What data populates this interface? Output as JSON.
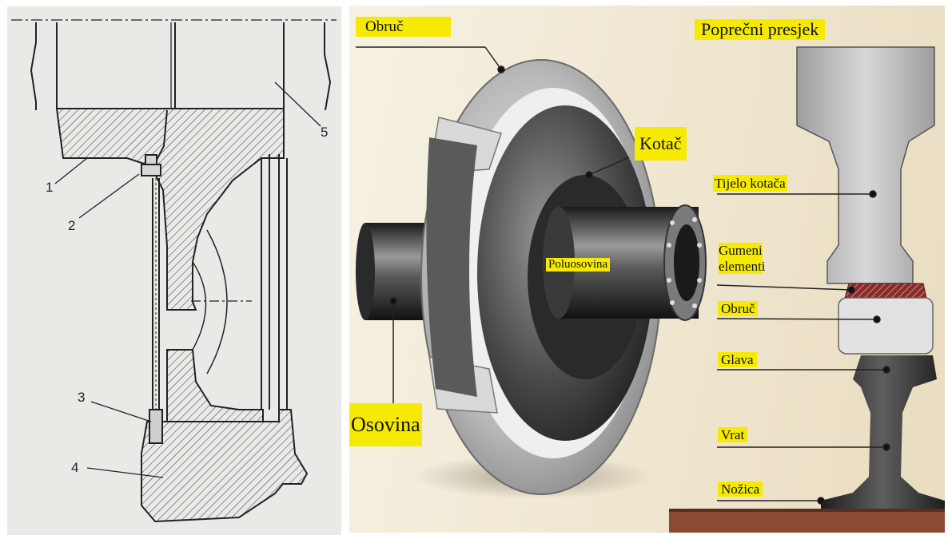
{
  "left_diagram": {
    "callouts": [
      "1",
      "2",
      "3",
      "4",
      "5"
    ]
  },
  "right_diagram": {
    "labels": {
      "obruc_top": "Obruč",
      "kotac": "Kotač",
      "poluosovina": "Poluosovina",
      "osovina": "Osovina",
      "poprecni_presjek": "Poprečni presjek",
      "tijelo_kotaca": "Tijelo kotača",
      "gumeni_elementi": "Gumeni elementi",
      "obruc_section": "Obruč",
      "glava": "Glava",
      "vrat": "Vrat",
      "nozica": "Nožica"
    },
    "colors": {
      "label_highlight": "#f6ea00",
      "rail_steel": "#3a3a3a",
      "rubber_elements": "#8a2a2a",
      "ground": "#8b4a32"
    }
  }
}
